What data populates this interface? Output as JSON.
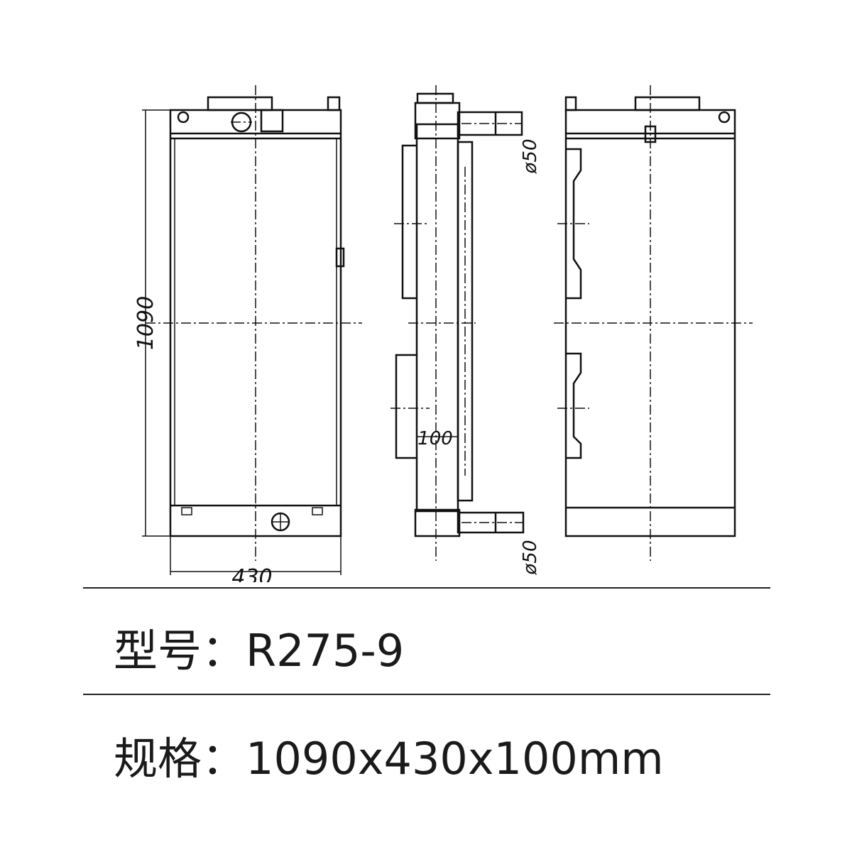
{
  "drawing": {
    "height_dim": "1090",
    "width_dim": "430",
    "depth_dim": "100",
    "pipe_top_dim": "ø50",
    "pipe_bottom_dim": "ø50"
  },
  "specs": {
    "model_label": "型号：",
    "model_value": "R275-9",
    "size_label": "规格：",
    "size_value": "1090x430x100mm"
  }
}
